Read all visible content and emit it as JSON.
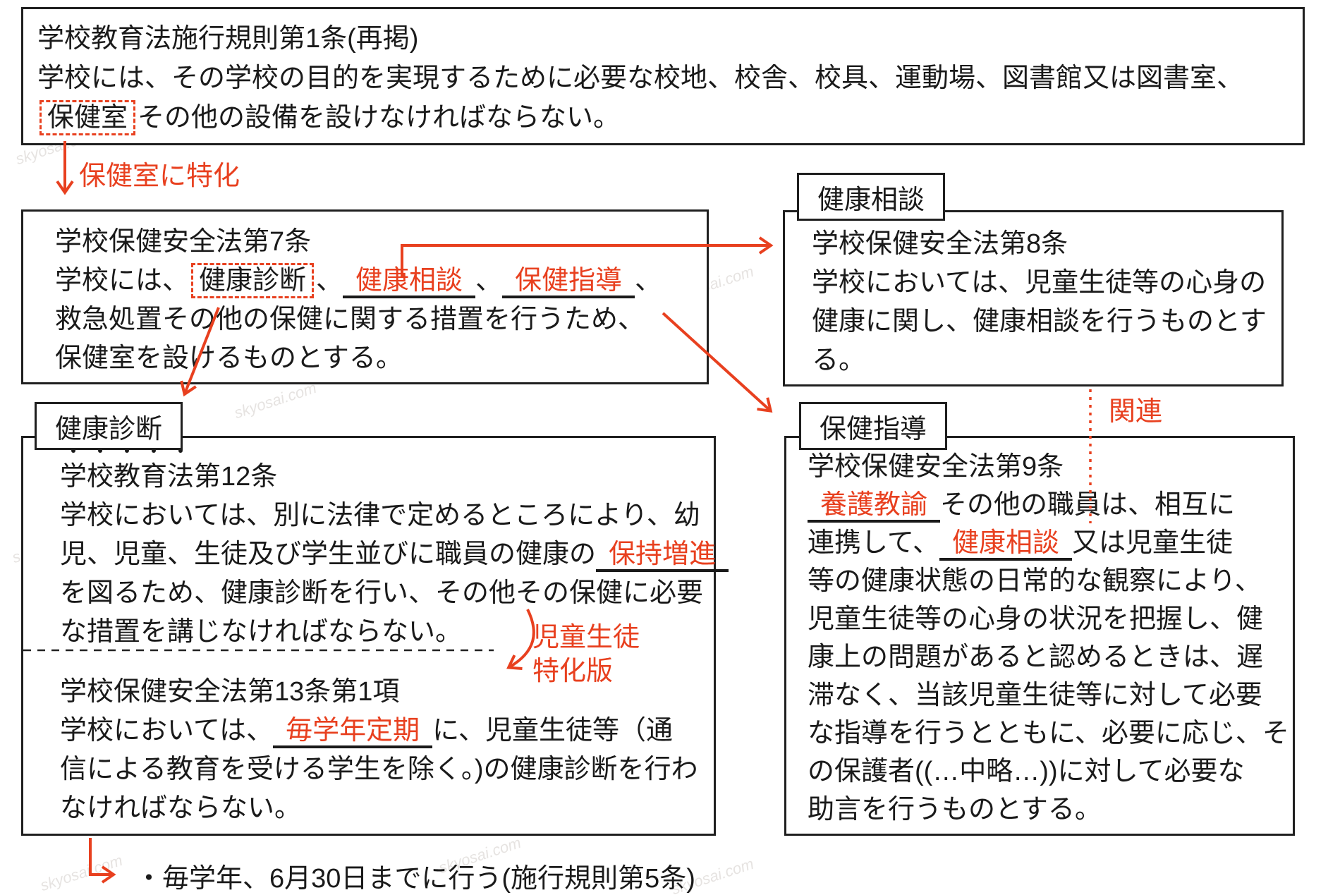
{
  "palette": {
    "red": "#e8401f",
    "ink": "#1a1a1a"
  },
  "watermark_text": "skyosai.com",
  "tags": {
    "consult": "健康相談",
    "exam": "健康診断",
    "guide": "保健指導"
  },
  "annotations": {
    "specialize": "保健室に特化",
    "related": "関連",
    "student_line1": "児童生徒",
    "student_line2": "特化版",
    "schedule_note": "・毎学年、6月30日までに行う(施行規則第5条)"
  },
  "boxes": {
    "rule1": {
      "lines": [
        [
          {
            "t": "学校教育法施行規則第1条(再掲)"
          }
        ],
        [
          {
            "t": "学校には、その学校の目的を実現するために必要な校地、校舎、校具、運動場、図書館又は図書室、"
          }
        ],
        [
          {
            "t": "保健室",
            "s": "d"
          },
          {
            "t": "その他の設備を設けなければならない。"
          }
        ]
      ]
    },
    "law7": {
      "lines": [
        [
          {
            "t": "学校保健安全法第7条"
          }
        ],
        [
          {
            "t": "学校には、"
          },
          {
            "t": "健康診断",
            "s": "d"
          },
          {
            "t": "、"
          },
          {
            "t": "健康相談",
            "s": "u"
          },
          {
            "t": "、"
          },
          {
            "t": "保健指導",
            "s": "u"
          },
          {
            "t": "、"
          }
        ],
        [
          {
            "t": "救急処置その他の保健に関する措置を行うため、"
          }
        ],
        [
          {
            "t": "保健室を設けるものとする。"
          }
        ]
      ]
    },
    "law8": {
      "lines": [
        [
          {
            "t": "学校保健安全法第8条"
          }
        ],
        [
          {
            "t": "学校においては、児童生徒等の心身の"
          }
        ],
        [
          {
            "t": "健康に関し、健康相談を行うものとす"
          }
        ],
        [
          {
            "t": "る。"
          }
        ]
      ]
    },
    "law12_13": {
      "groupA": [
        [
          {
            "t": "学校教育法第12条"
          }
        ],
        [
          {
            "t": "学校においては、別に法律で定めるところにより、幼"
          }
        ],
        [
          {
            "t": "児、児童、生徒及び学生並びに職員の健康の"
          },
          {
            "t": "保持増進",
            "s": "u"
          }
        ],
        [
          {
            "t": "を図るため、健康診断を行い、その他その保健に必要"
          }
        ],
        [
          {
            "t": "な措置を講じなければならない。"
          }
        ]
      ],
      "groupB": [
        [
          {
            "t": "学校保健安全法第13条第1項"
          }
        ],
        [
          {
            "t": "学校においては、"
          },
          {
            "t": "毎学年定期",
            "s": "u"
          },
          {
            "t": "に、児童生徒等（通"
          }
        ],
        [
          {
            "t": "信による教育を受ける学生を除く。)の健康診断を行わ"
          }
        ],
        [
          {
            "t": "なければならない。"
          }
        ]
      ]
    },
    "law9": {
      "lines": [
        [
          {
            "t": "学校保健安全法第9条"
          }
        ],
        [
          {
            "t": "養護教諭",
            "s": "u"
          },
          {
            "t": "その他の職員は、相互に"
          }
        ],
        [
          {
            "t": "連携して、"
          },
          {
            "t": "健康相談",
            "s": "u"
          },
          {
            "t": "又は児童生徒"
          }
        ],
        [
          {
            "t": "等の健康状態の日常的な観察により、"
          }
        ],
        [
          {
            "t": "児童生徒等の心身の状況を把握し、健"
          }
        ],
        [
          {
            "t": "康上の問題があると認めるときは、遅"
          }
        ],
        [
          {
            "t": "滞なく、当該児童生徒等に対して必要"
          }
        ],
        [
          {
            "t": "な指導を行うとともに、必要に応じ、そ"
          }
        ],
        [
          {
            "t": "の保護者((…中略…))に対して必要な"
          }
        ],
        [
          {
            "t": "助言を行うものとする。"
          }
        ]
      ]
    }
  }
}
